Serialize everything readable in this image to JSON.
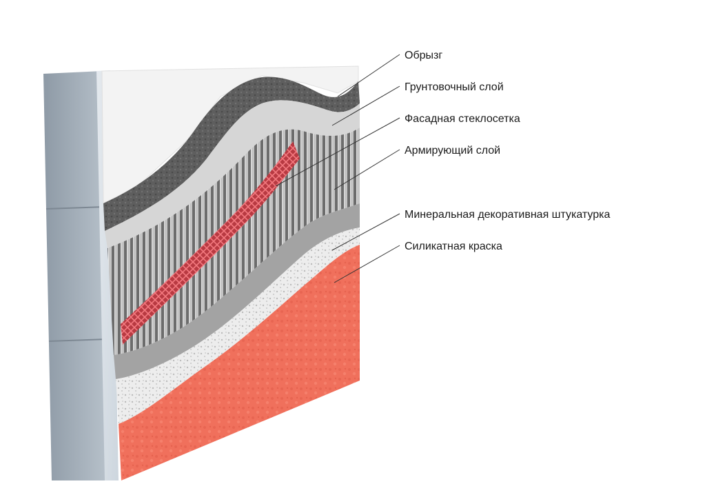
{
  "layers": [
    {
      "label": "Обрызг",
      "color": "#5a5a5a"
    },
    {
      "label": "Грунтовочный слой",
      "color": "#d4d4d4"
    },
    {
      "label": "Фасадная стеклосетка",
      "color": "#d84a52"
    },
    {
      "label": "Армирующий слой",
      "color": "#9a9a9a"
    },
    {
      "label": "Минеральная декоративная штукатурка",
      "color": "#e8e8e8"
    },
    {
      "label": "Силикатная краска",
      "color": "#f0705c"
    }
  ],
  "colors": {
    "wall_block": "#dce3ea",
    "wall_side": "#a9b3bd",
    "insulation": "#f2f2f2",
    "leader_line": "#333333"
  }
}
